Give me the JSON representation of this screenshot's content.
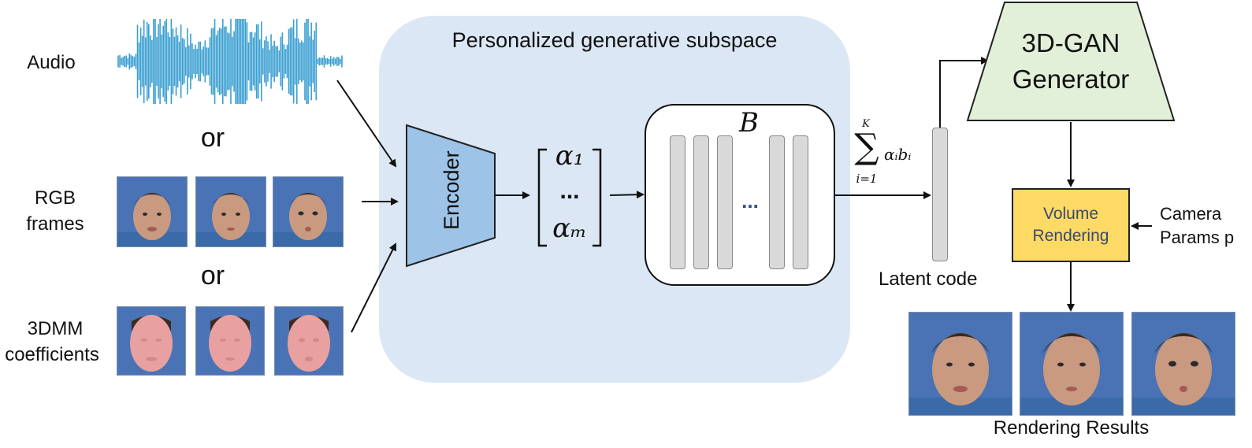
{
  "inputs": {
    "audio_label": "Audio",
    "or_1": "or",
    "rgb_label_line1": "RGB",
    "rgb_label_line2": "frames",
    "or_2": "or",
    "tdmm_label_line1": "3DMM",
    "tdmm_label_line2": "coefficients"
  },
  "subspace": {
    "title": "Personalized generative subspace",
    "encoder_label": "Encoder",
    "alpha_first": "α₁",
    "alpha_dots": "...",
    "alpha_last": "αₘ",
    "basis_label": "B",
    "basis_dots": "..."
  },
  "sum": {
    "upper": "K",
    "symbol": "∑",
    "lower": "i=1",
    "term": "αᵢbᵢ"
  },
  "latent_label": "Latent code",
  "generator": {
    "line1": "3D-GAN",
    "line2": "Generator"
  },
  "volume_rendering": {
    "line1": "Volume",
    "line2": "Rendering"
  },
  "camera": {
    "line1": "Camera",
    "line2": "Params p"
  },
  "results_label": "Rendering Results",
  "colors": {
    "subspace_bg": "#dbe7f4",
    "encoder_fill": "#9dc3e6",
    "generator_fill": "#e2f0d9",
    "volume_fill": "#fdd966",
    "audio_wave": "#3a9fd1",
    "face_bg": "#4a73b5",
    "coeff_face": "#e8a0a0"
  }
}
